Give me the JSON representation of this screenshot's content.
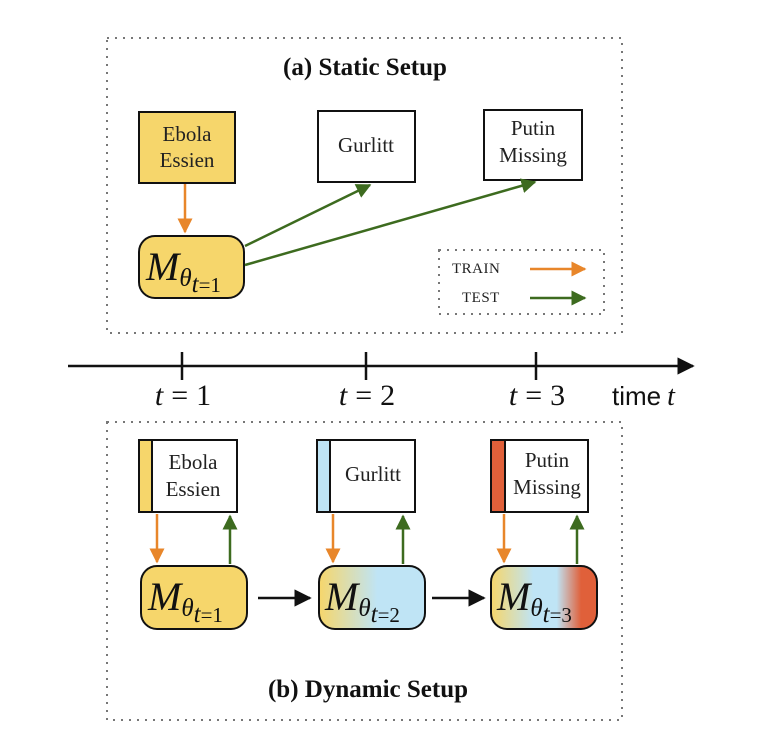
{
  "static_panel": {
    "title": "(a) Static Setup",
    "docs": [
      {
        "line1": "Ebola",
        "line2": "Essien",
        "role": "train"
      },
      {
        "line1": "Gurlitt",
        "line2": "",
        "role": "test"
      },
      {
        "line1": "Putin",
        "line2": "Missing",
        "role": "test"
      }
    ],
    "model": {
      "symbol": "M",
      "param": "θ",
      "subscript_var": "t",
      "subscript_val": "=1"
    },
    "legend": [
      {
        "label": "TRAIN",
        "color": "#E8862A"
      },
      {
        "label": "TEST",
        "color": "#3D6B1F"
      }
    ]
  },
  "timeline": {
    "label": "time",
    "label_var": "t",
    "ticks": [
      {
        "var": "t",
        "op": "=",
        "val": "1"
      },
      {
        "var": "t",
        "op": "=",
        "val": "2"
      },
      {
        "var": "t",
        "op": "=",
        "val": "3"
      }
    ]
  },
  "dynamic_panel": {
    "title": "(b) Dynamic Setup",
    "docs": [
      {
        "line1": "Ebola",
        "line2": "Essien",
        "stripe_color": "#F6D66B"
      },
      {
        "line1": "Gurlitt",
        "line2": "",
        "stripe_color": "#BFE4F5"
      },
      {
        "line1": "Putin",
        "line2": "Missing",
        "stripe_color": "#E0603A"
      }
    ],
    "models": [
      {
        "symbol": "M",
        "param": "θ",
        "subscript_var": "t",
        "subscript_val": "=1"
      },
      {
        "symbol": "M",
        "param": "θ",
        "subscript_var": "t",
        "subscript_val": "=2"
      },
      {
        "symbol": "M",
        "param": "θ",
        "subscript_var": "t",
        "subscript_val": "=3"
      }
    ]
  },
  "colors": {
    "train_arrow": "#E8862A",
    "test_arrow": "#3D6B1F",
    "yellow": "#F6D66B",
    "light_blue": "#BFE4F5",
    "red_orange": "#E0603A"
  }
}
